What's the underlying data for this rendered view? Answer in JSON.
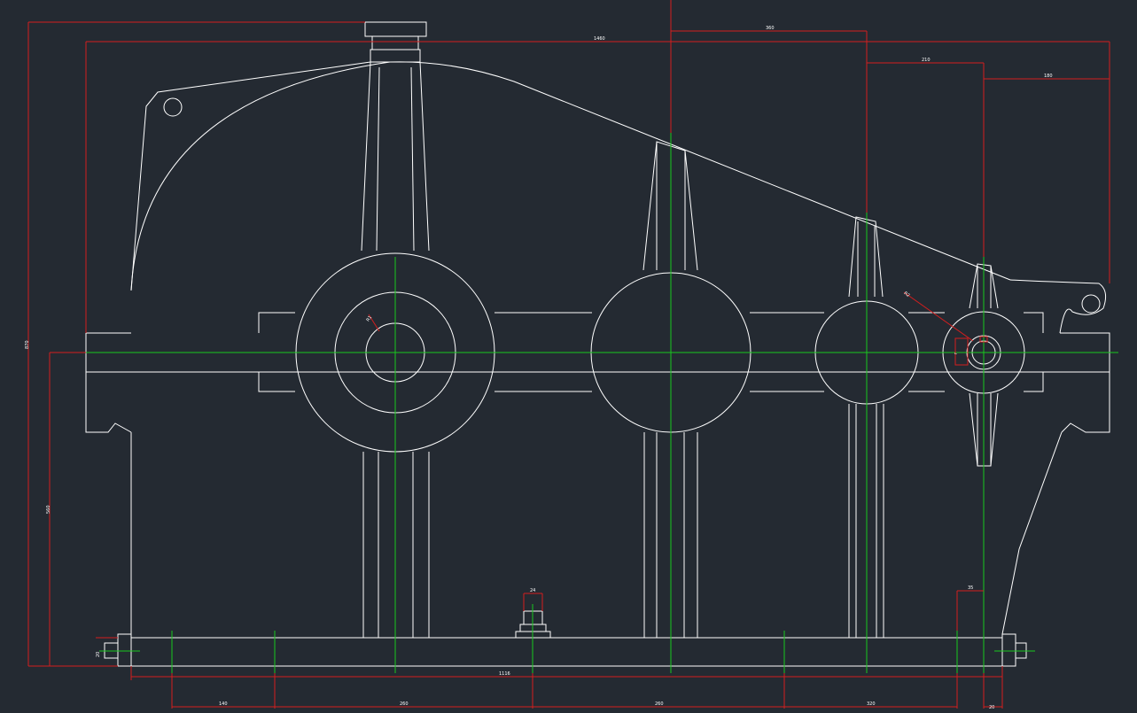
{
  "drawing": {
    "colors": {
      "background": "#242a32",
      "outline": "#ffffff",
      "dimension": "#d41e1e",
      "centerline": "#19c81e"
    },
    "dimensions": {
      "overall_length": "1460",
      "dist_top_1": "360",
      "dist_top_2": "210",
      "dist_top_3": "180",
      "overall_height": "870",
      "center_height": "560",
      "base_length": "1116",
      "dim_b1": "140",
      "dim_b2": "260",
      "dim_b3": "260",
      "dim_b4": "320",
      "dim_b5": "20",
      "bolt_w": "24",
      "right_bolt": "35",
      "flange": "20",
      "hole_r1": "R1",
      "hole_r2": "R2",
      "hole_r3": "r"
    }
  }
}
